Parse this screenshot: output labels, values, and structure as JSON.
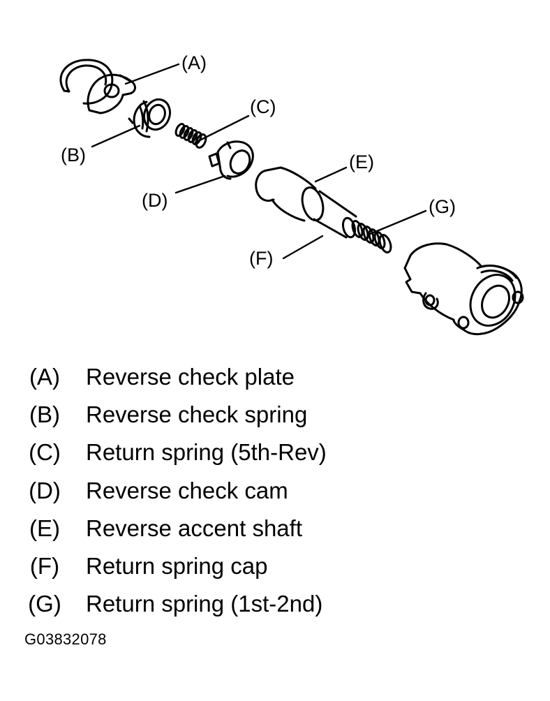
{
  "callouts": {
    "a": "(A)",
    "b": "(B)",
    "c": "(C)",
    "d": "(D)",
    "e": "(E)",
    "f": "(F)",
    "g": "(G)"
  },
  "legend": [
    {
      "letter": "(A)",
      "text": "Reverse check plate"
    },
    {
      "letter": "(B)",
      "text": "Reverse check spring"
    },
    {
      "letter": "(C)",
      "text": "Return spring (5th-Rev)"
    },
    {
      "letter": "(D)",
      "text": "Reverse check cam"
    },
    {
      "letter": "(E)",
      "text": "Reverse accent shaft"
    },
    {
      "letter": "(F)",
      "text": "Return spring cap"
    },
    {
      "letter": "(G)",
      "text": "Return spring (1st-2nd)"
    }
  ],
  "figure_code": "G03832078"
}
